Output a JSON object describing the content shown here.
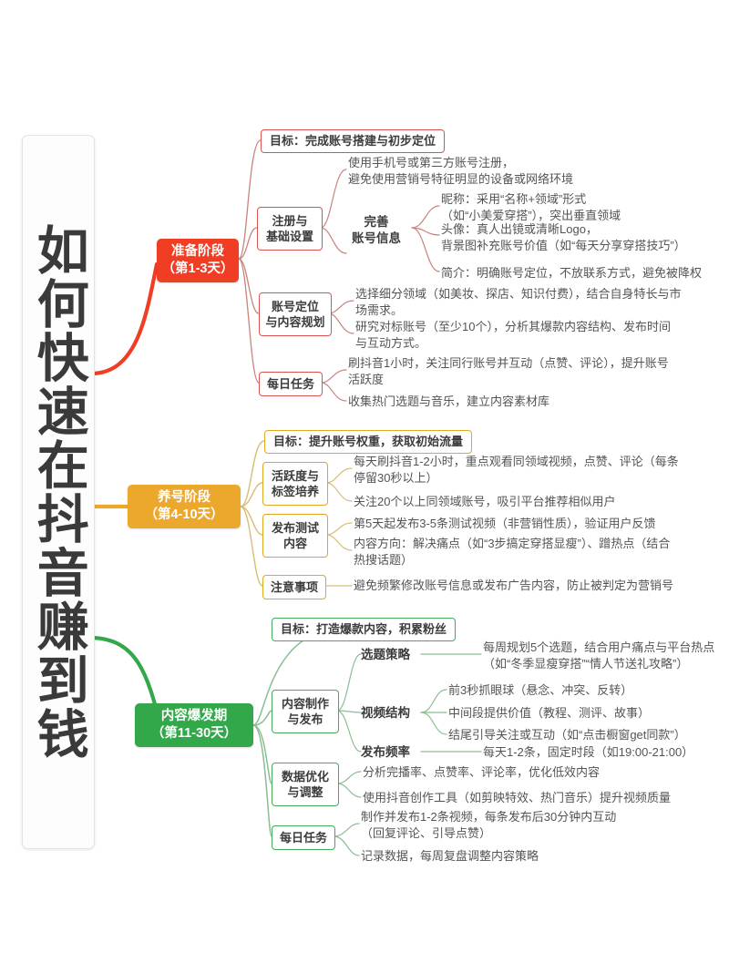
{
  "root": {
    "title": "如何快速在抖音赚到钱"
  },
  "colors": {
    "stage1": "#f03e25",
    "stage2": "#eca82c",
    "stage3": "#33a84b",
    "link1": "#c8837e",
    "link2": "#d9bc76",
    "link3": "#8bbd93",
    "text": "#545454",
    "heading": "#3c3c3c"
  },
  "branches": [
    {
      "id": "prep",
      "stage": {
        "line1": "准备阶段",
        "line2": "（第1-3天）"
      },
      "goal": "目标：完成账号搭建与初步定位",
      "groups": [
        {
          "label": [
            "注册与",
            "基础设置"
          ],
          "boxed": true,
          "items": [
            {
              "text": "使用手机号或第三方账号注册，\n避免使用营销号特征明显的设备或网络环境"
            },
            {
              "label": [
                "完善",
                "账号信息"
              ],
              "boxed": false,
              "items": [
                {
                  "text": "昵称：采用“名称+领域”形式\n（如“小美爱穿搭”），突出垂直领域"
                },
                {
                  "text": "头像：真人出镜或清晰Logo，\n背景图补充账号价值（如“每天分享穿搭技巧”）"
                },
                {
                  "text": "简介：明确账号定位，不放联系方式，避免被降权"
                }
              ]
            }
          ]
        },
        {
          "label": [
            "账号定位",
            "与内容规划"
          ],
          "boxed": true,
          "items": [
            {
              "text": "选择细分领域（如美妆、探店、知识付费），结合自身特长与市\n场需求。"
            },
            {
              "text": "研究对标账号（至少10个），分析其爆款内容结构、发布时间\n与互动方式。"
            }
          ]
        },
        {
          "label": [
            "每日任务"
          ],
          "boxed": true,
          "items": [
            {
              "text": "刷抖音1小时，关注同行账号并互动（点赞、评论），提升账号\n活跃度"
            },
            {
              "text": "收集热门选题与音乐，建立内容素材库"
            }
          ]
        }
      ]
    },
    {
      "id": "nurture",
      "stage": {
        "line1": "养号阶段",
        "line2": "（第4-10天）"
      },
      "goal": "目标：提升账号权重，获取初始流量",
      "groups": [
        {
          "label": [
            "活跃度与",
            "标签培养"
          ],
          "boxed": true,
          "items": [
            {
              "text": "每天刷抖音1-2小时，重点观看同领域视频，点赞、评论（每条\n停留30秒以上）"
            },
            {
              "text": "关注20个以上同领域账号，吸引平台推荐相似用户"
            }
          ]
        },
        {
          "label": [
            "发布测试",
            "内容"
          ],
          "boxed": true,
          "items": [
            {
              "text": "第5天起发布3-5条测试视频（非营销性质），验证用户反馈"
            },
            {
              "text": "内容方向：解决痛点（如“3步搞定穿搭显瘦”）、蹭热点（结合\n热搜话题）"
            }
          ]
        },
        {
          "label": [
            "注意事项"
          ],
          "boxed": true,
          "items": [
            {
              "text": "避免频繁修改账号信息或发布广告内容，防止被判定为营销号"
            }
          ]
        }
      ]
    },
    {
      "id": "boom",
      "stage": {
        "line1": "内容爆发期",
        "line2": "（第11-30天）"
      },
      "goal": "目标：打造爆款内容，积累粉丝",
      "groups": [
        {
          "label": [
            "内容制作",
            "与发布"
          ],
          "boxed": true,
          "items": [
            {
              "label": [
                "选题策略"
              ],
              "boxed": false,
              "items": [
                {
                  "text": "每周规划5个选题，结合用户痛点与平台热点\n（如“冬季显瘦穿搭”“情人节送礼攻略”）"
                }
              ]
            },
            {
              "label": [
                "视频结构"
              ],
              "boxed": false,
              "items": [
                {
                  "text": "前3秒抓眼球（悬念、冲突、反转）"
                },
                {
                  "text": "中间段提供价值（教程、测评、故事）"
                },
                {
                  "text": "结尾引导关注或互动（如“点击橱窗get同款”）"
                }
              ]
            },
            {
              "label": [
                "发布频率"
              ],
              "boxed": false,
              "items": [
                {
                  "text": "每天1-2条，固定时段（如19:00-21:00）"
                }
              ]
            }
          ]
        },
        {
          "label": [
            "数据优化",
            "与调整"
          ],
          "boxed": true,
          "items": [
            {
              "text": "分析完播率、点赞率、评论率，优化低效内容"
            },
            {
              "text": "使用抖音创作工具（如剪映特效、热门音乐）提升视频质量"
            }
          ]
        },
        {
          "label": [
            "每日任务"
          ],
          "boxed": true,
          "items": [
            {
              "text": "制作并发布1-2条视频，每条发布后30分钟内互动\n（回复评论、引导点赞）"
            },
            {
              "text": "记录数据，每周复盘调整内容策略"
            }
          ]
        }
      ]
    }
  ]
}
